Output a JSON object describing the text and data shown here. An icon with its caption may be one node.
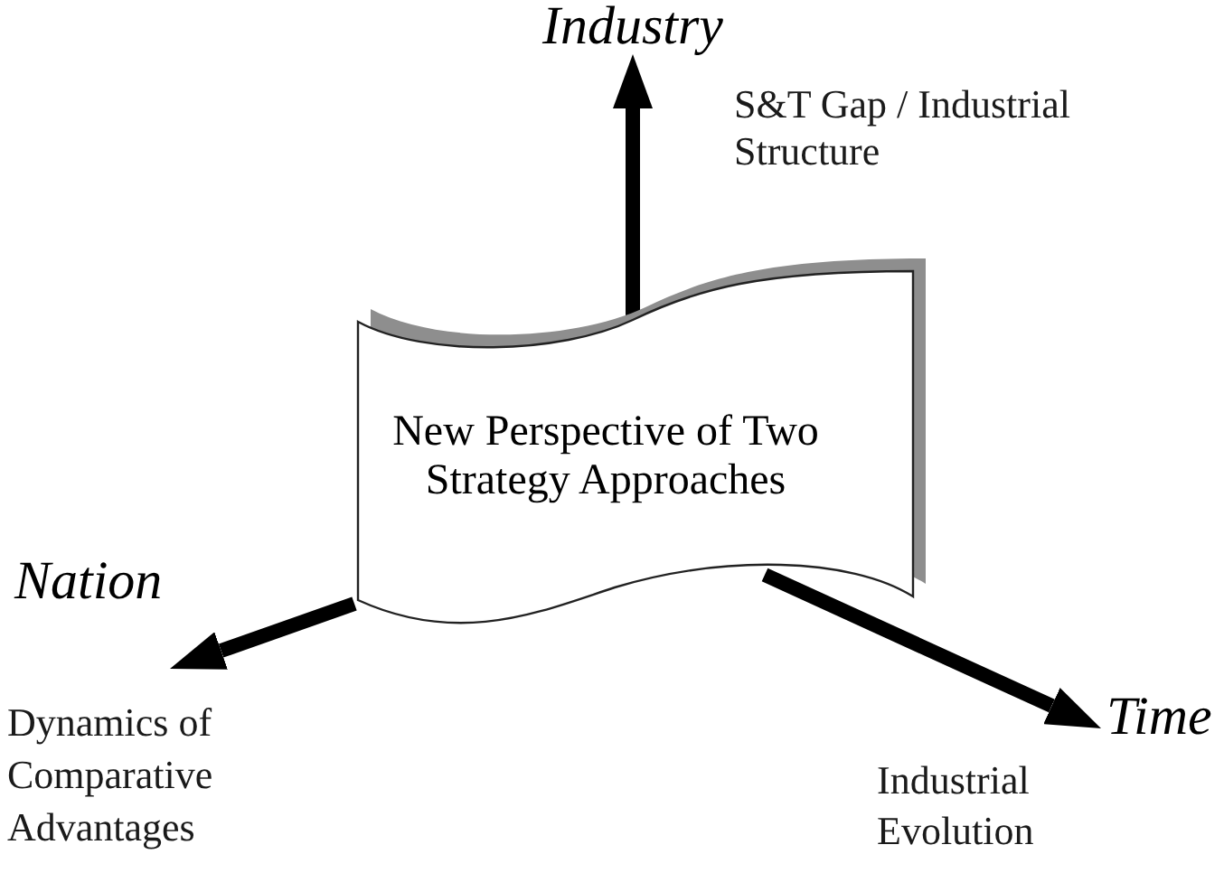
{
  "diagram": {
    "nodes": [
      {
        "text": [
          "New Perspective of Two Strategy Approaches"
        ]
      },
      {
        "text": [
          "Industry"
        ]
      },
      {
        "text": [
          "Nation"
        ]
      },
      {
        "text": [
          "Time"
        ]
      }
    ],
    "edges": [
      {
        "from": 0,
        "to": 1,
        "arrow": "to"
      },
      {
        "from": 0,
        "to": 2,
        "arrow": "to"
      },
      {
        "from": 0,
        "to": 3,
        "arrow": "to"
      }
    ],
    "labels": [
      "S&T Gap / Industrial Structure",
      "Dynamics of Comparative Advantages",
      "Industrial Evolution"
    ]
  }
}
